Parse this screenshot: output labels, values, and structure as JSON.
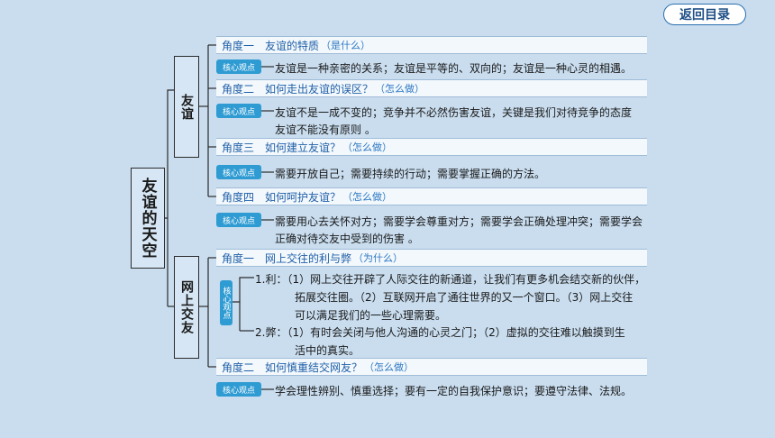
{
  "back_button": "返回目录",
  "root": "友谊的天空",
  "branches": [
    {
      "label": "友谊",
      "angles": [
        {
          "title": "角度一　友谊的特质",
          "hint": "（是什么）",
          "tag": "核心观点",
          "lines": [
            "友谊是一种亲密的关系；友谊是平等的、双向的；友谊是一种心灵的相遇。"
          ]
        },
        {
          "title": "角度二　如何走出友谊的误区？",
          "hint": "（怎么做）",
          "tag": "核心观点",
          "lines": [
            "友谊不是一成不变的；竞争并不必然伤害友谊，关键是我们对待竞争的态度",
            "友谊不能没有原则 。"
          ]
        },
        {
          "title": "角度三　如何建立友谊？",
          "hint": "（怎么做）",
          "tag": "核心观点",
          "lines": [
            "需要开放自己；需要持续的行动；需要掌握正确的方法。"
          ]
        },
        {
          "title": "角度四　如何呵护友谊？",
          "hint": "（怎么做）",
          "tag": "核心观点",
          "lines": [
            "需要用心去关怀对方；需要学会尊重对方；需要学会正确处理冲突；需要学会",
            "正确对待交友中受到的伤害 。"
          ]
        }
      ]
    },
    {
      "label": "网上交友",
      "angles": [
        {
          "title": "角度一　网上交往的利与弊",
          "hint": "（为什么）",
          "tag": "核心观点",
          "lines": [
            "1.利：（1）网上交往开辟了人际交往的新通道，让我们有更多机会结交新的伙伴，",
            "拓展交往圈。（2）互联网开启了通往世界的又一个窗口。（3）网上交往",
            "可以满足我们的一些心理需要。",
            "2.弊：（1）有时会关闭与他人沟通的心灵之门；（2）虚拟的交往难以触摸到生",
            "活中的真实。"
          ]
        },
        {
          "title": "角度二　如何慎重结交网友？",
          "hint": "（怎么做）",
          "tag": "核心观点",
          "lines": [
            "学会理性辨别、慎重选择；要有一定的自我保护意识；要遵守法律、法规。"
          ]
        }
      ]
    }
  ]
}
